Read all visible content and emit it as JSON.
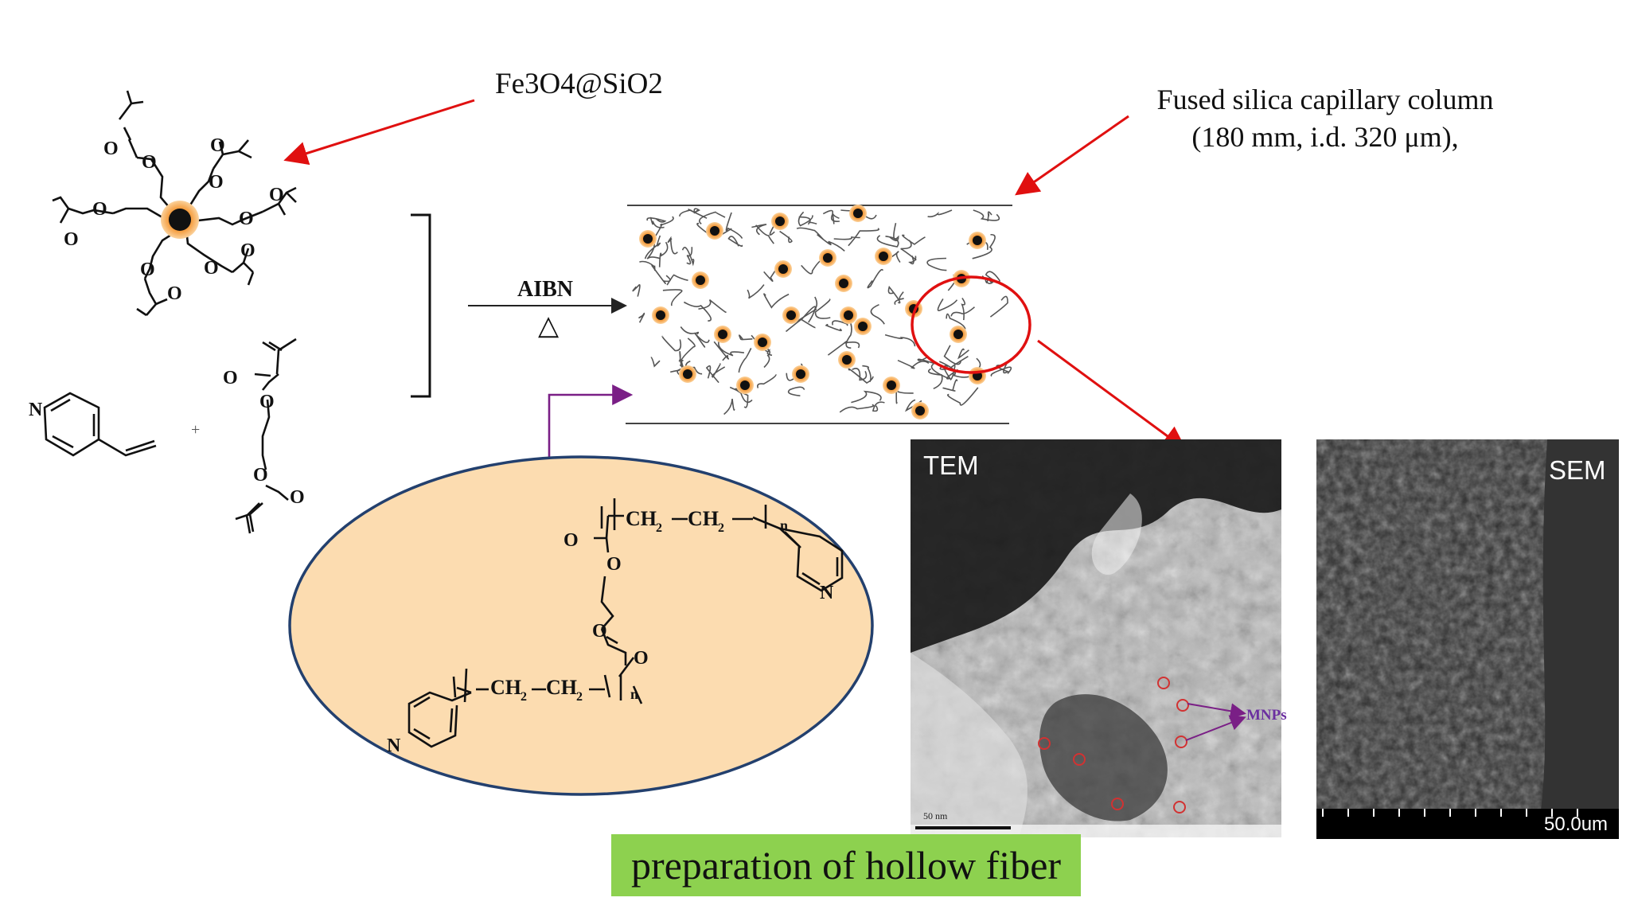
{
  "labels": {
    "core": "Fe3O4@SiO2",
    "column_line1": "Fused silica capillary column",
    "column_line2": "(180 mm, i.d. 320 μm),",
    "initiator": "AIBN",
    "heat": "△",
    "tem": "TEM",
    "sem": "SEM",
    "mnps": "MNPs",
    "tem_scale": "50 nm",
    "sem_scale": "50.0um",
    "caption": "preparation of hollow fiber"
  },
  "chem": {
    "o": "O",
    "n": "N",
    "ch2": "CH",
    "two": "2",
    "sub_n": "n",
    "plus": "+"
  },
  "colors": {
    "arrow_red": "#e01010",
    "pointer_purple": "#7a1f86",
    "ellipse_fill": "#fcdcb0",
    "ellipse_stroke": "#23406e",
    "caption_green": "#8dd14f",
    "particle_orange": "#f28a1e"
  }
}
